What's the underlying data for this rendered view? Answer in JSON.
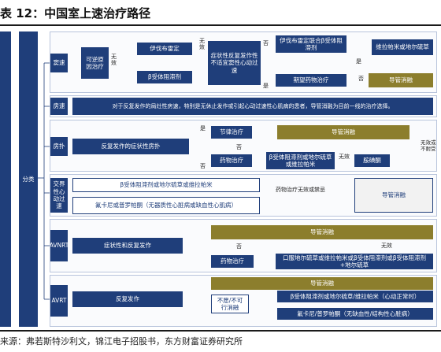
{
  "title": "表 12：中国室上速治疗路径",
  "source": "来源：弗若斯特沙利文，锦江电子招股书，东方财富证券研究所",
  "root": "分类",
  "rows": {
    "r1": {
      "label": "窦速",
      "cause": "可逆原因治疗",
      "no_effect": "无效",
      "ivabradine": "伊伐布雷定",
      "beta": "β受体阻滞剂",
      "mid_no_effect": "无效",
      "sym_inappropriate": "症状性反复发作性不适宜窦性心动过速",
      "no": "否",
      "yes": "是",
      "combo": "伊伐布雷定联合β受体阻滞剂",
      "expect": "期望药物治疗",
      "vera": "维拉帕米或地尔硫草",
      "side_yes": "是",
      "side_no": "否",
      "ablation": "导管消融"
    },
    "r2": {
      "label": "房速",
      "text": "对于反复发作的局灶性房速，特别是无休止发作或引起心动过速性心肌病的患者，导管消融为目前一线的治疗选择。"
    },
    "r3": {
      "label": "房扑",
      "recurrent": "反复发作的症状性房扑",
      "yes": "是",
      "no": "否",
      "no2": "否",
      "rhythm": "节律治疗",
      "drug": "药物治疗",
      "ablation": "导管消融",
      "beta_vera": "β受体阻滞剂或地尔硫草或维拉帕米",
      "no_effect": "无效",
      "amio": "胺碘酮",
      "side": "无效或不耐受"
    },
    "r4": {
      "label": "交界性心动过速",
      "beta_vera": "β受体阻滞剂或地尔硫草或维拉帕米",
      "flec": "氟卡尼或普罗帕酮（无器质性心脏病或缺血性心肌病）",
      "drug_fail": "药物治疗无效或禁忌",
      "ablation": "导管消融"
    },
    "r5": {
      "label": "AVNRT",
      "sym": "症状性和反复发作",
      "no": "否",
      "ablation": "导管消融",
      "drug": "药物治疗",
      "no_effect": "无效",
      "oral": "口服地尔硫草或维拉帕米或β受体阻滞剂或β受体阻滞剂+地尔硫草"
    },
    "r6": {
      "label": "AVRT",
      "recurrent": "反复发作",
      "ablation": "导管消融",
      "refuse": "不愿/不可行消融",
      "beta_vera": "β受体阻滞剂或地尔硫草/维拉帕米（心动正常时）",
      "flec": "氟卡尼/普罗帕酮（无缺血性/结构性心脏病）"
    }
  }
}
